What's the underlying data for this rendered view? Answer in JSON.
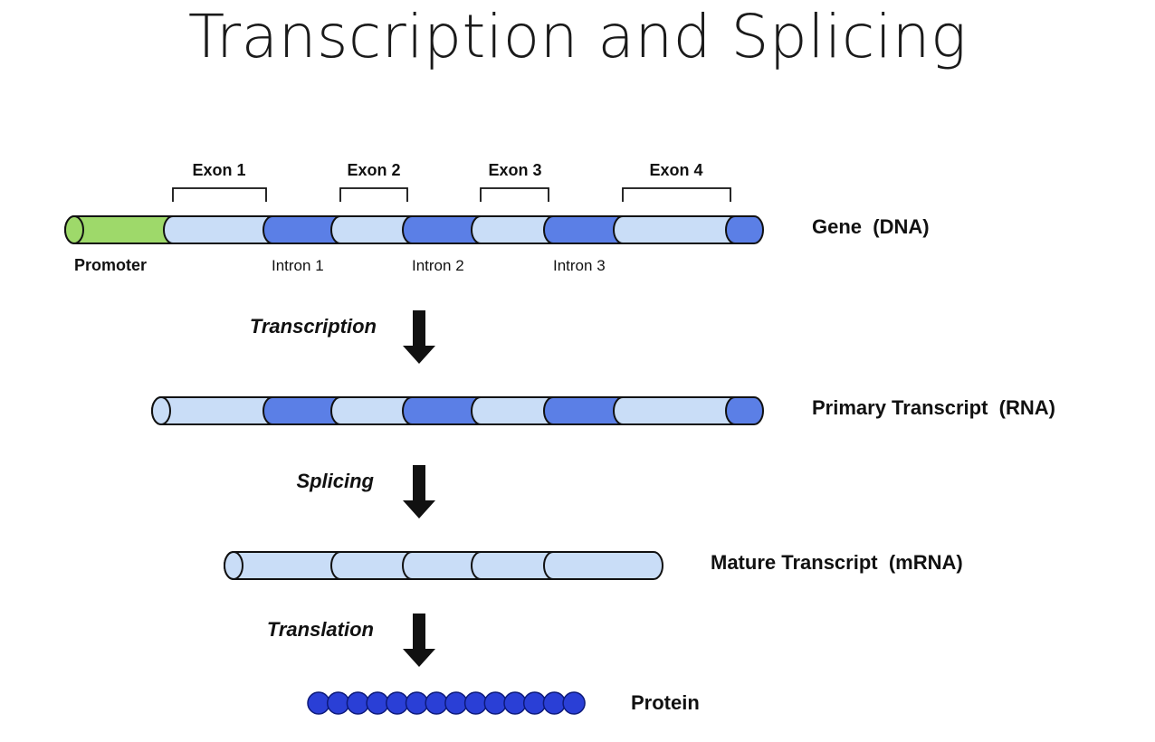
{
  "title": "Transcription and Splicing",
  "exons": [
    "Exon 1",
    "Exon 2",
    "Exon 3",
    "Exon 4"
  ],
  "introns": [
    "Intron 1",
    "Intron 2",
    "Intron 3"
  ],
  "promoter": "Promoter",
  "rows": {
    "gene": "Gene  (DNA)",
    "primary": "Primary Transcript  (RNA)",
    "mature": "Mature Transcript  (mRNA)",
    "protein": "Protein"
  },
  "steps": [
    "Transcription",
    "Splicing",
    "Translation"
  ],
  "colors": {
    "promoter": "#9ed96a",
    "exon": "#c9ddf7",
    "intron": "#5b7fe6",
    "protein": "#2a3fd6",
    "outline": "#111111",
    "arrow": "#111111"
  },
  "protein_bead_count": 14
}
